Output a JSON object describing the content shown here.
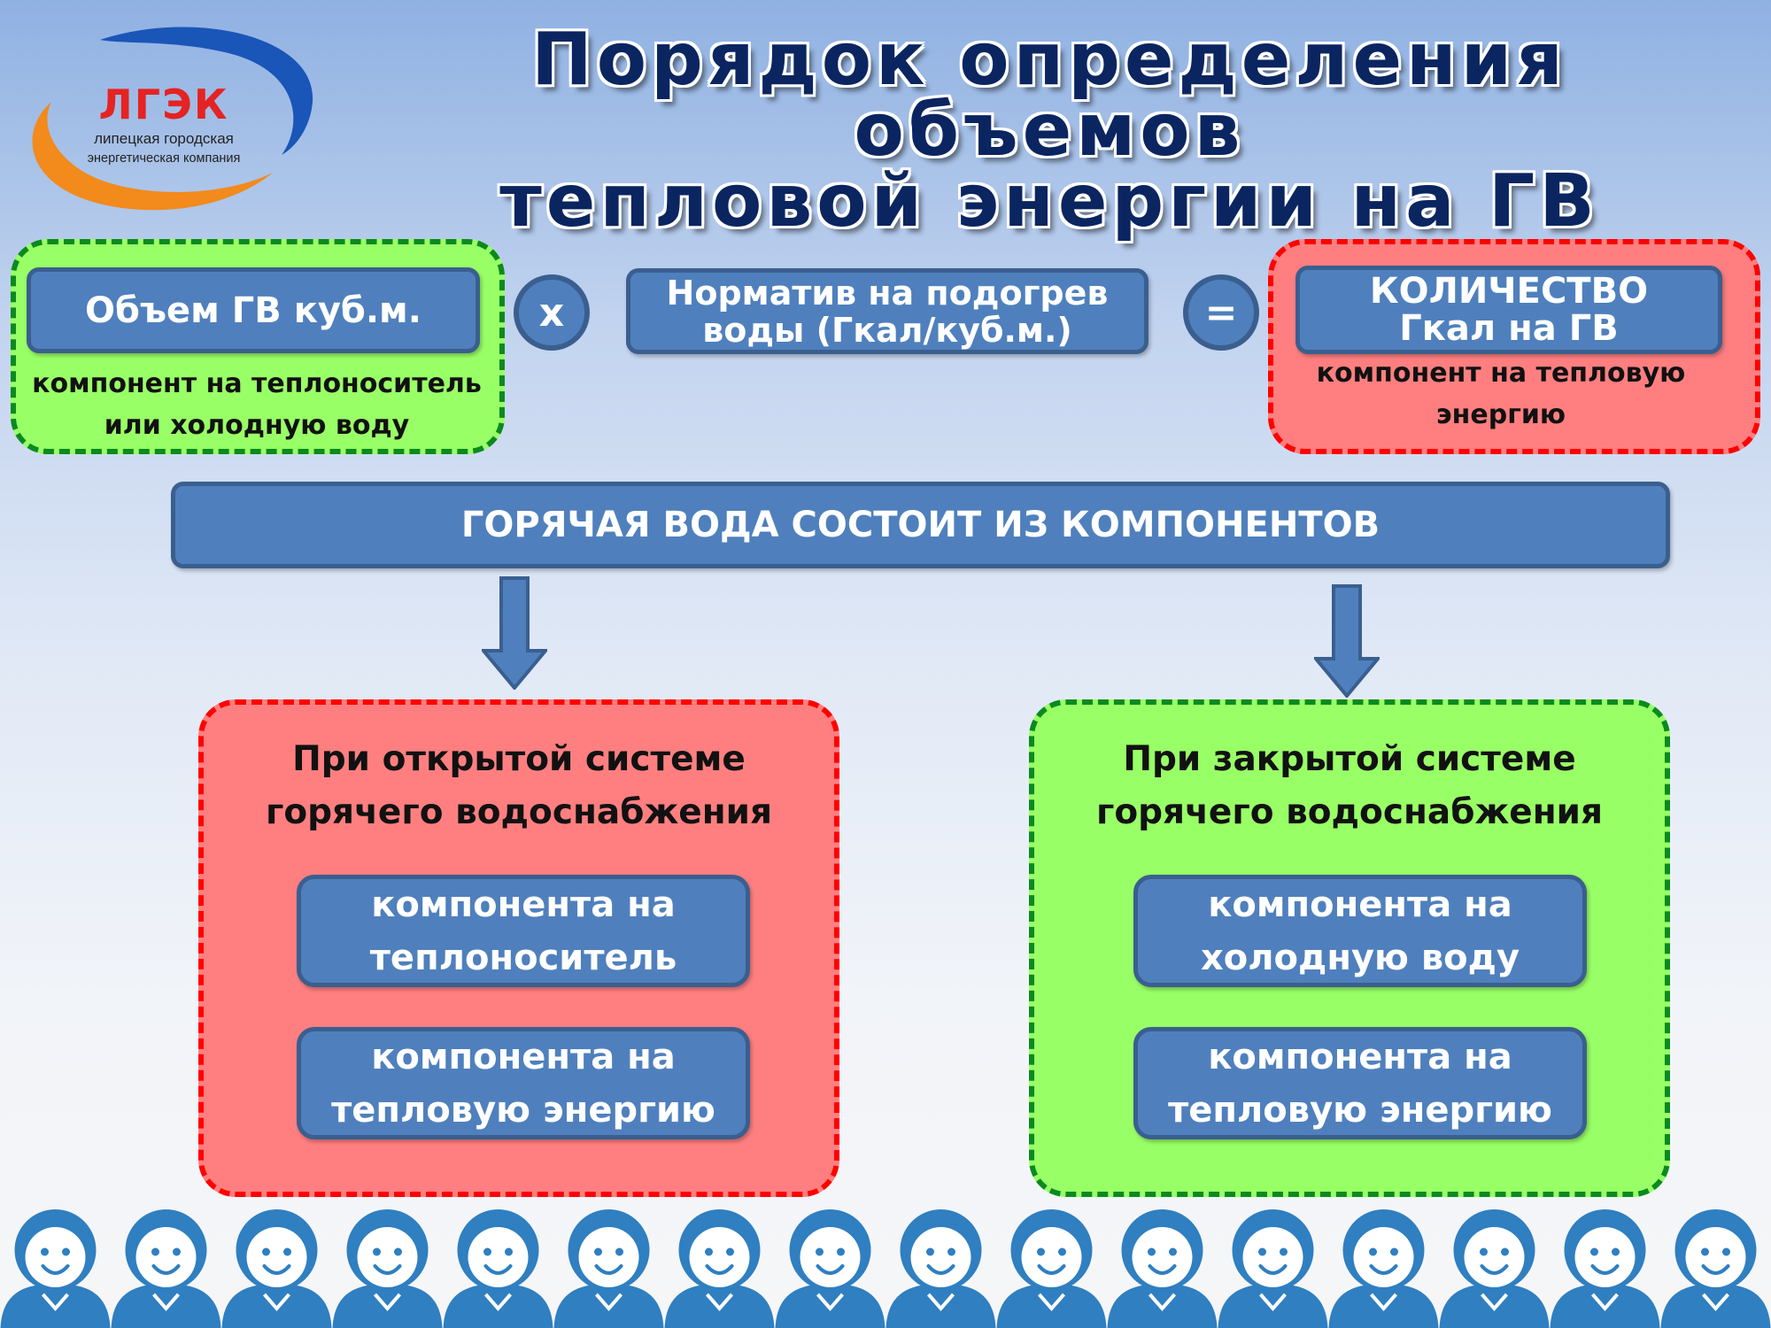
{
  "logo": {
    "abbr": "ЛГЭК",
    "line1": "липецкая городская",
    "line2": "энергетическая компания"
  },
  "title": {
    "line1": "Порядок определения объемов",
    "line2": "тепловой энергии на ГВ"
  },
  "formula": {
    "volume_label": "Объем ГВ куб.м.",
    "volume_caption": "компонент на теплоноситель или холодную воду",
    "multiply": "x",
    "norm_line1": "Норматив на подогрев",
    "norm_line2": "воды (Гкал/куб.м.)",
    "equals": "=",
    "qty_line1": "КОЛИЧЕСТВО",
    "qty_line2": "Гкал на ГВ",
    "qty_caption": "компонент на тепловую энергию"
  },
  "banner": "ГОРЯЧАЯ ВОДА СОСТОИТ ИЗ КОМПОНЕНТОВ",
  "open_system": {
    "title_line1": "При открытой системе",
    "title_line2": "горячего водоснабжения",
    "comp1_line1": "компонента  на",
    "comp1_line2": "теплоноситель",
    "comp2_line1": "компонента  на",
    "comp2_line2": "тепловую энергию"
  },
  "closed_system": {
    "title_line1": "При закрытой системе",
    "title_line2": "горячего водоснабжения",
    "comp1_line1": "компонента  на",
    "comp1_line2": "холодную воду",
    "comp2_line1": "компонента на",
    "comp2_line2": "тепловую энергию"
  },
  "colors": {
    "blue_box": "#4f80bd",
    "green_fill": "#99ff66",
    "green_dash": "#0b8a1e",
    "red_fill": "#ff7f80",
    "red_dash": "#ff0000",
    "title_navy": "#0a2560",
    "people_blue": "#2f7fc1"
  },
  "icons": {
    "arrows": "arrow-down-icon",
    "people": "person-icon"
  }
}
